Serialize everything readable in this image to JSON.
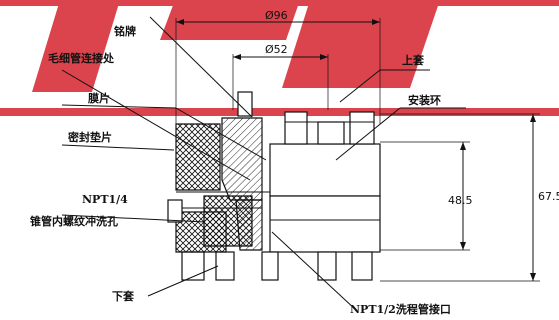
{
  "labels": {
    "nameplate": "铭牌",
    "capillary_connection": "毛细管连接处",
    "diaphragm": "膜片",
    "seal_gasket": "密封垫片",
    "flush_hole_line1": "NPT1/4",
    "flush_hole_line2": "锥管内螺纹冲洗孔",
    "upper_housing": "上套",
    "mounting_ring": "安装环",
    "lower_housing": "下套",
    "flush_connection": "NPT1/2洗程管接口"
  },
  "dimensions": {
    "outer_diameter": "Ø96",
    "inner_diameter": "Ø52",
    "overall_height": "67.5",
    "body_height": "48.5"
  },
  "colors": {
    "watermark": "#d9303a",
    "line": "#111111"
  }
}
